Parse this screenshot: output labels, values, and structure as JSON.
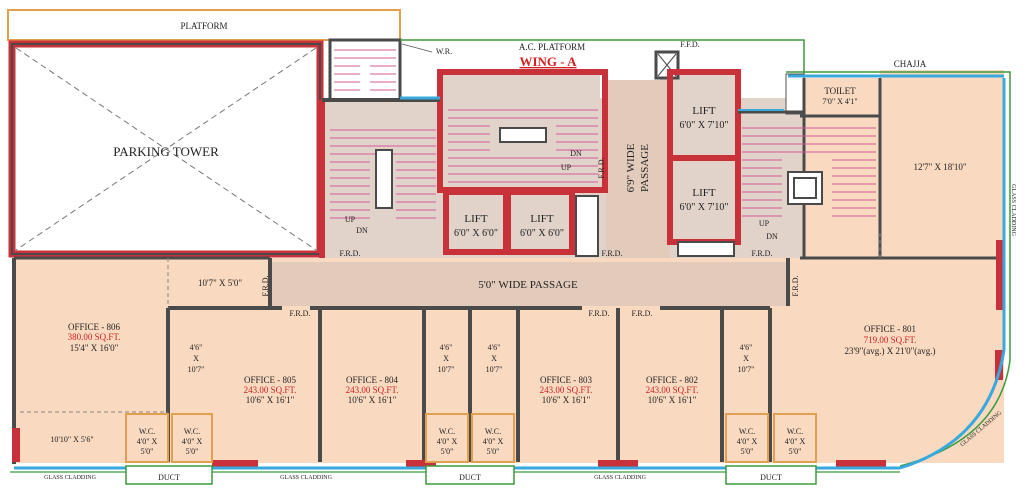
{
  "labels": {
    "platform": "PLATFORM",
    "parking_tower": "PARKING TOWER",
    "wr": "W.R.",
    "ac_platform": "A.C. PLATFORM",
    "wing": "WING - A",
    "ffd": "F.F.D.",
    "chajja": "CHAJJA",
    "toilet": "TOILET",
    "toilet_size": "7'0\" X 4'1\"",
    "lift": "LIFT",
    "lift_small_size": "6'0\" X 6'0\"",
    "lift_large_size": "6'0\" X 7'10\"",
    "wide_passage_v1": "6'9\" WIDE",
    "wide_passage_v2": "PASSAGE",
    "wide_passage_h": "5'0\" WIDE PASSAGE",
    "frd": "F.R.D.",
    "up": "UP",
    "dn": "DN",
    "room_1007": "10'7\" X 5'0\"",
    "room_1278": "12'7\" X 18'10\"",
    "room_46_a": "4'6\"",
    "room_46_b": "X",
    "room_46_c": "10'7\"",
    "wc": "W.C.",
    "wc_1": "4'0\" X",
    "wc_2": "5'0\"",
    "room_1010": "10'10\" X 5'6\"",
    "glass_cladding": "GLASS CLADDING",
    "duct": "DUCT"
  },
  "offices": [
    {
      "name": "OFFICE - 806",
      "area": "380.00 SQ.FT.",
      "size": "15'4\" X 16'0\""
    },
    {
      "name": "OFFICE - 805",
      "area": "243.00 SQ.FT.",
      "size": "10'6\" X 16'1\""
    },
    {
      "name": "OFFICE - 804",
      "area": "243.00 SQ.FT.",
      "size": "10'6\" X 16'1\""
    },
    {
      "name": "OFFICE - 803",
      "area": "243.00 SQ.FT.",
      "size": "10'6\" X 16'1\""
    },
    {
      "name": "OFFICE - 802",
      "area": "243.00 SQ.FT.",
      "size": "10'6\" X 16'1\""
    },
    {
      "name": "OFFICE - 801",
      "area": "719.00 SQ.FT.",
      "size": "23'9\"(avg.) X 21'0\"(avg.)"
    }
  ],
  "colors": {
    "floor": "#f9d9c0",
    "core": "#e2d3ca",
    "passage": "#e3cbbc",
    "wall_red": "#c8303a",
    "wall_dark": "#4a4a4a",
    "glass": "#39a9dd",
    "green": "#3c9a3c",
    "orange": "#e0a050",
    "stair": "#d25a9a",
    "area_text": "#cc2222"
  }
}
